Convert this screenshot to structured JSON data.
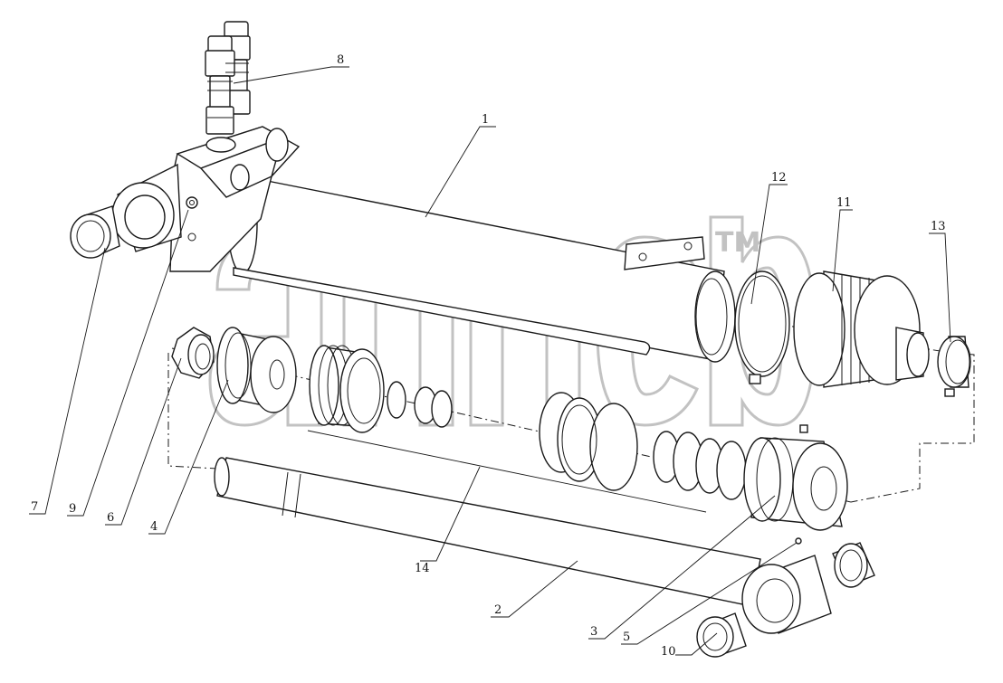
{
  "watermark": {
    "trademark": "TM"
  },
  "callouts": [
    {
      "id": "1",
      "text": "1"
    },
    {
      "id": "2",
      "text": "2"
    },
    {
      "id": "3",
      "text": "3"
    },
    {
      "id": "4",
      "text": "4"
    },
    {
      "id": "5",
      "text": "5"
    },
    {
      "id": "6",
      "text": "6"
    },
    {
      "id": "7",
      "text": "7"
    },
    {
      "id": "8",
      "text": "8"
    },
    {
      "id": "9",
      "text": "9"
    },
    {
      "id": "10",
      "text": "10"
    },
    {
      "id": "11",
      "text": "11"
    },
    {
      "id": "12",
      "text": "12"
    },
    {
      "id": "13",
      "text": "13"
    },
    {
      "id": "14",
      "text": "14"
    }
  ]
}
